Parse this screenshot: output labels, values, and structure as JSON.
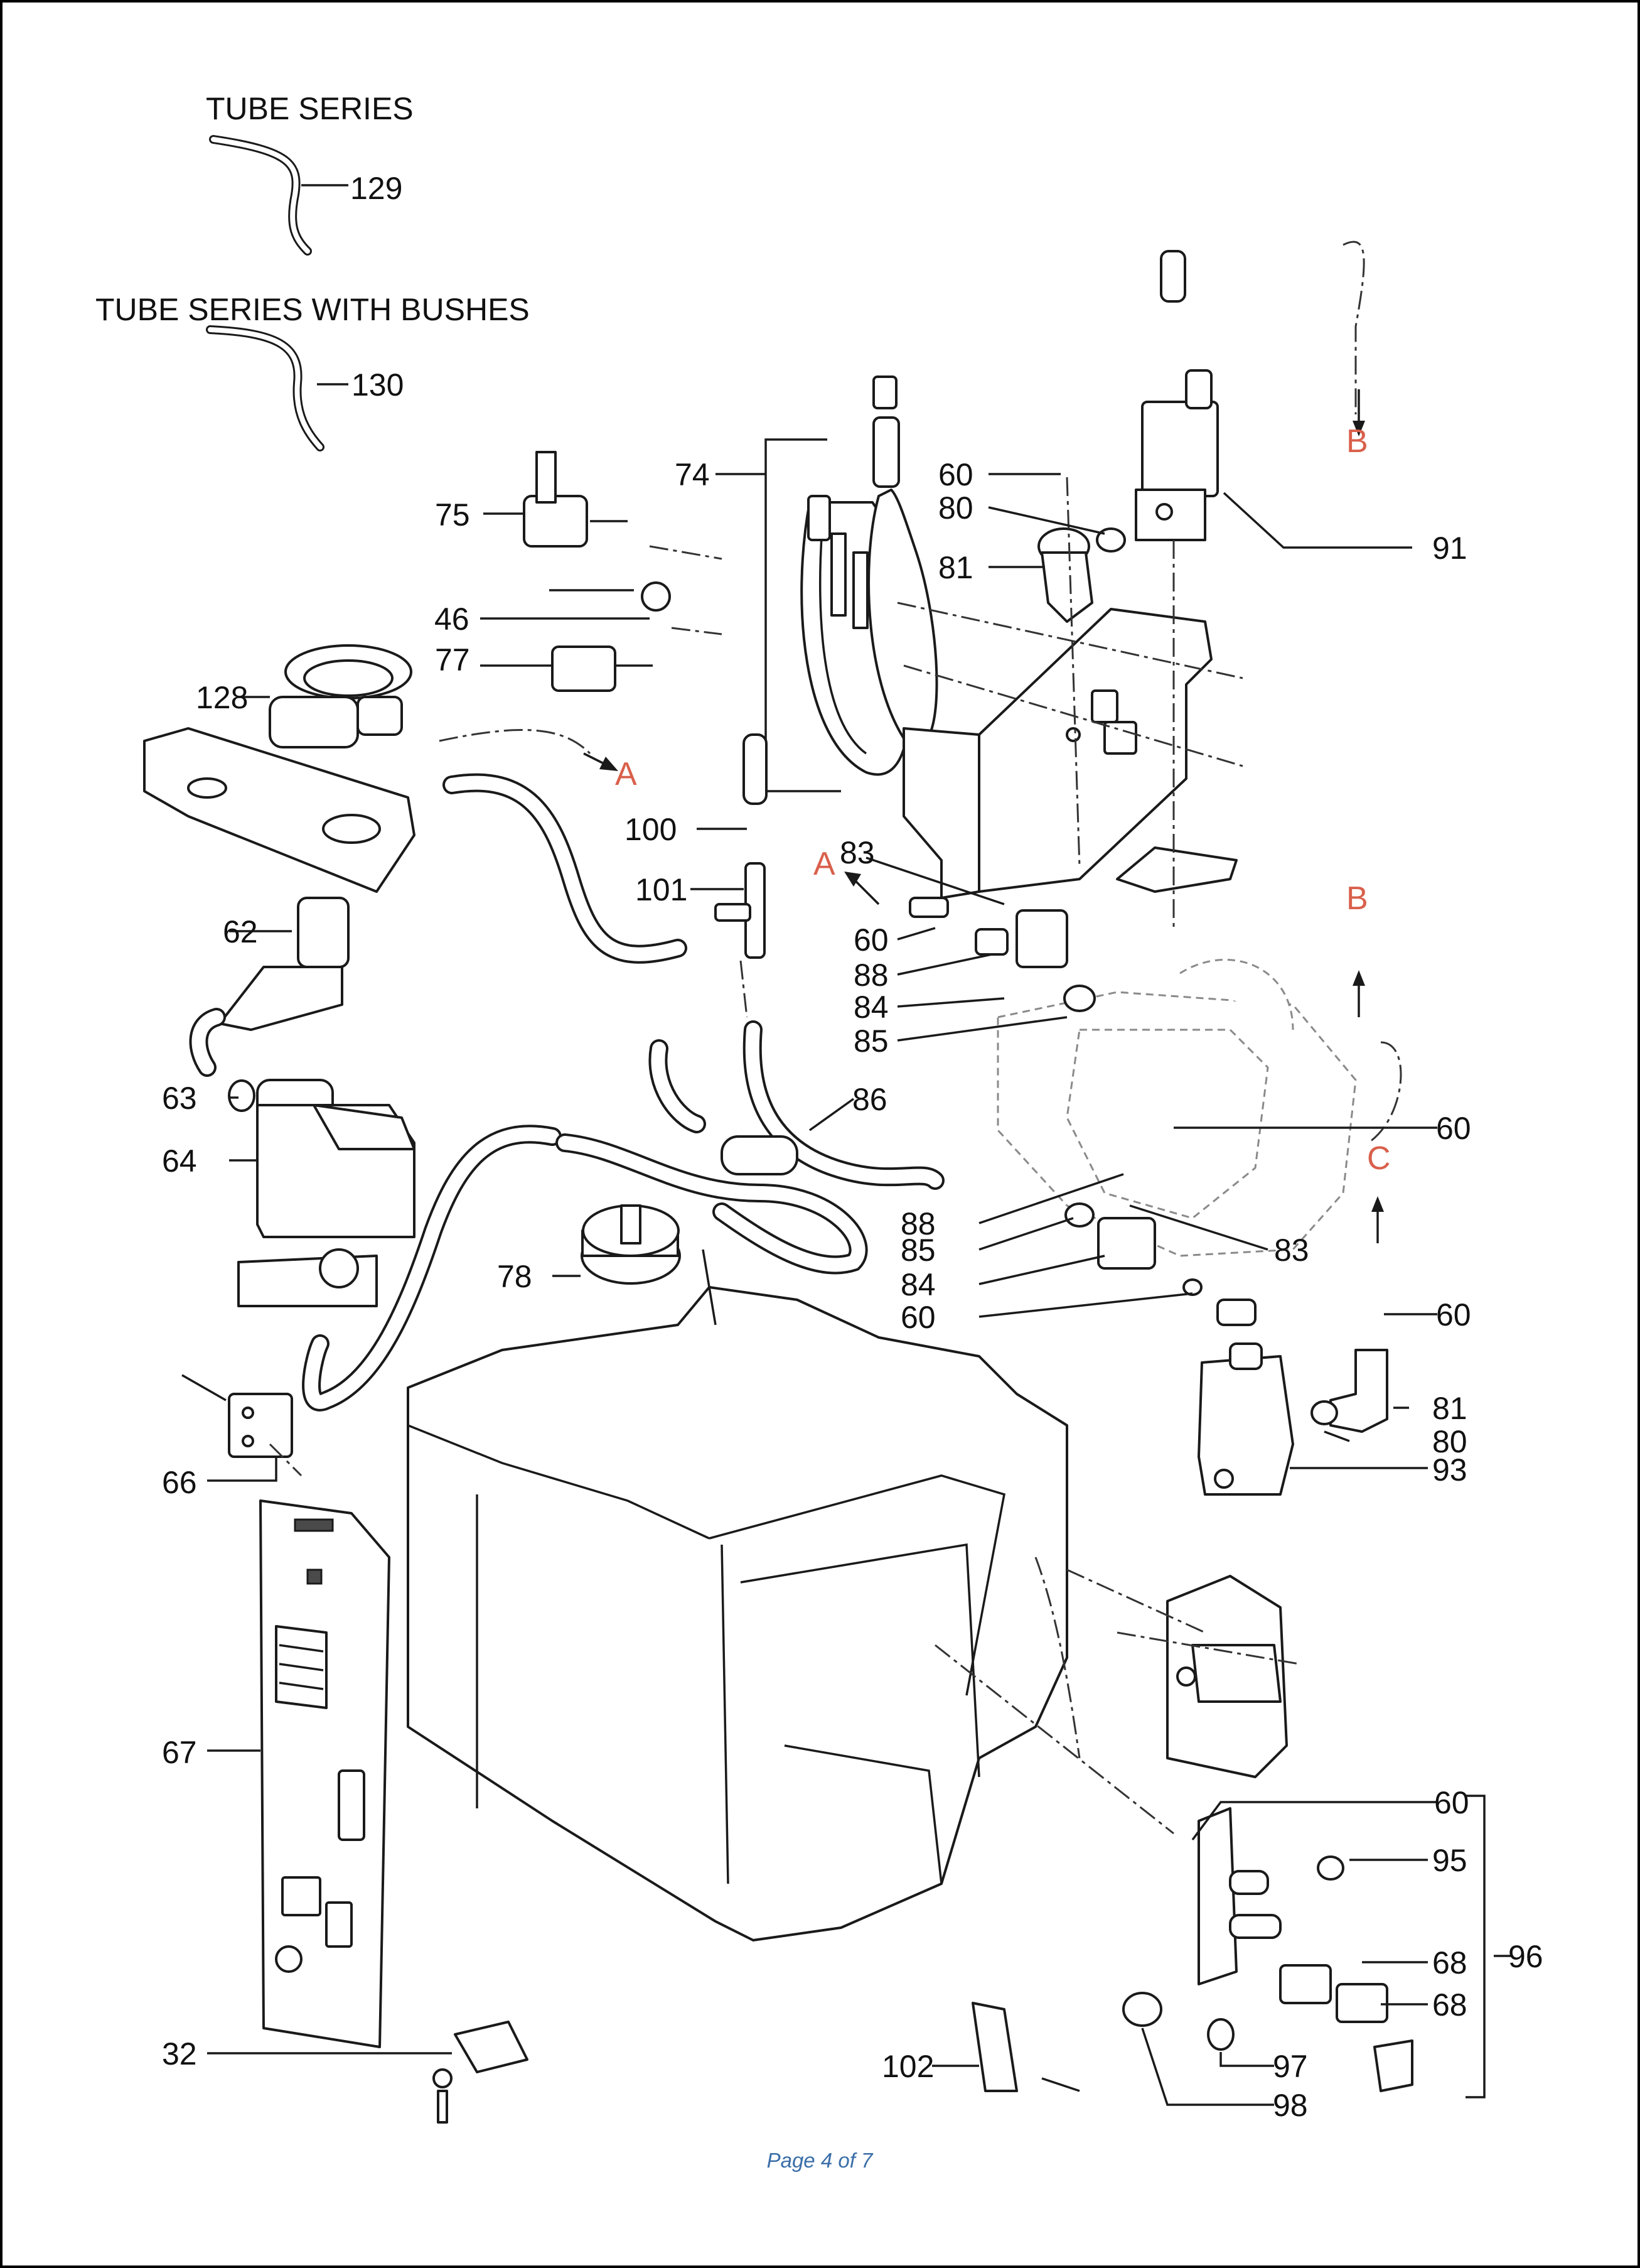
{
  "captions": {
    "tube_series": "TUBE SERIES",
    "tube_series_with_bushes": "TUBE SERIES WITH BUSHES"
  },
  "callouts": [
    "129",
    "130",
    "75",
    "46",
    "77",
    "128",
    "74",
    "60",
    "80",
    "81",
    "91",
    "100",
    "101",
    "83",
    "60",
    "88",
    "84",
    "85",
    "62",
    "63",
    "64",
    "86",
    "78",
    "88",
    "85",
    "84",
    "60",
    "83",
    "60",
    "60",
    "81",
    "80",
    "93",
    "66",
    "67",
    "60",
    "95",
    "68",
    "68",
    "96",
    "97",
    "98",
    "32",
    "102"
  ],
  "refs": [
    "A",
    "A",
    "B",
    "B",
    "C"
  ],
  "footer": {
    "page": "Page 4 of 7"
  },
  "colors": {
    "line": "#1a1a1a",
    "ref_letter": "#d9604b",
    "footer": "#3a6ea8"
  }
}
